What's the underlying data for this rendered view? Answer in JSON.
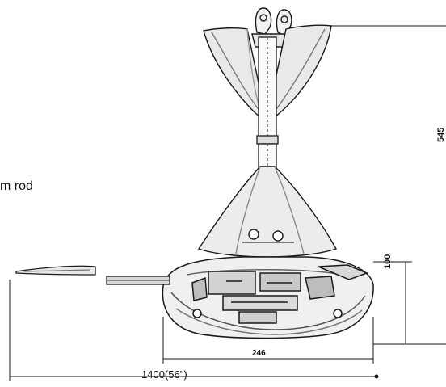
{
  "labels": {
    "downrod_partial": "m rod",
    "overall_width": "1400(56\")",
    "body_width": "246",
    "body_height": "100",
    "total_height": "545"
  }
}
